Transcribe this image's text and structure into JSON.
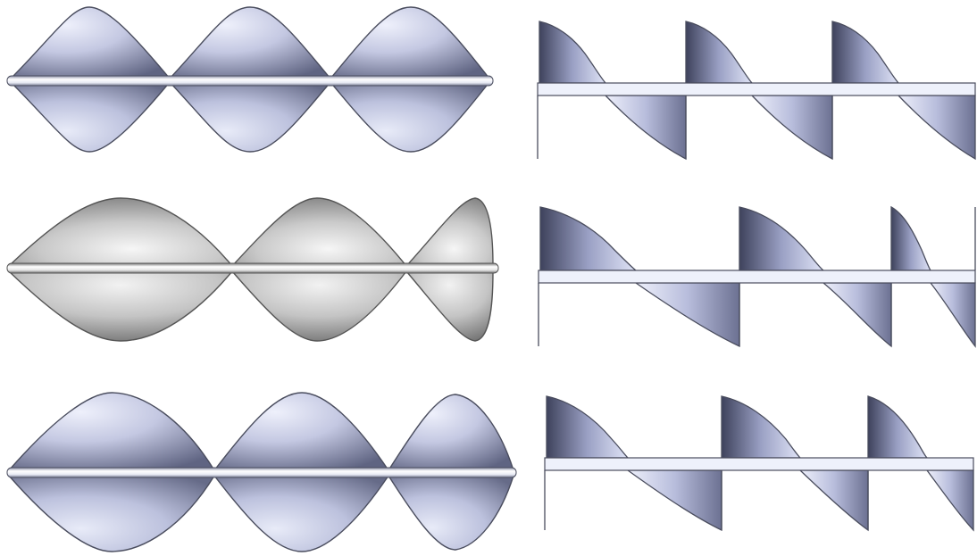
{
  "figure": {
    "panels": [
      {
        "row": 1,
        "view": "side",
        "lobes": 3,
        "shading": "blue-grey",
        "lobe_shape": "symmetric",
        "blade_count_visible": 3
      },
      {
        "row": 1,
        "view": "profile",
        "shading": "blue-grey",
        "blade_count_visible": 3
      },
      {
        "row": 2,
        "view": "side",
        "lobes": 3,
        "shading": "grey",
        "lobe_shape": "decreasing",
        "blade_count_visible": 3
      },
      {
        "row": 2,
        "view": "profile",
        "shading": "blue-grey",
        "blade_count_visible": 3
      },
      {
        "row": 3,
        "view": "side",
        "lobes": 3,
        "shading": "blue-grey",
        "lobe_shape": "decreasing",
        "blade_count_visible": 3
      },
      {
        "row": 3,
        "view": "profile",
        "shading": "blue-grey",
        "blade_count_visible": 3
      }
    ],
    "colors": {
      "blue_fill": "#c4c8e2",
      "blue_dark": "#6b7090",
      "grey_fill": "#cfcfcf",
      "grey_dark": "#6a6a6a",
      "shaft_fill": "#eef1fb",
      "outline": "#4a4d5e"
    }
  }
}
